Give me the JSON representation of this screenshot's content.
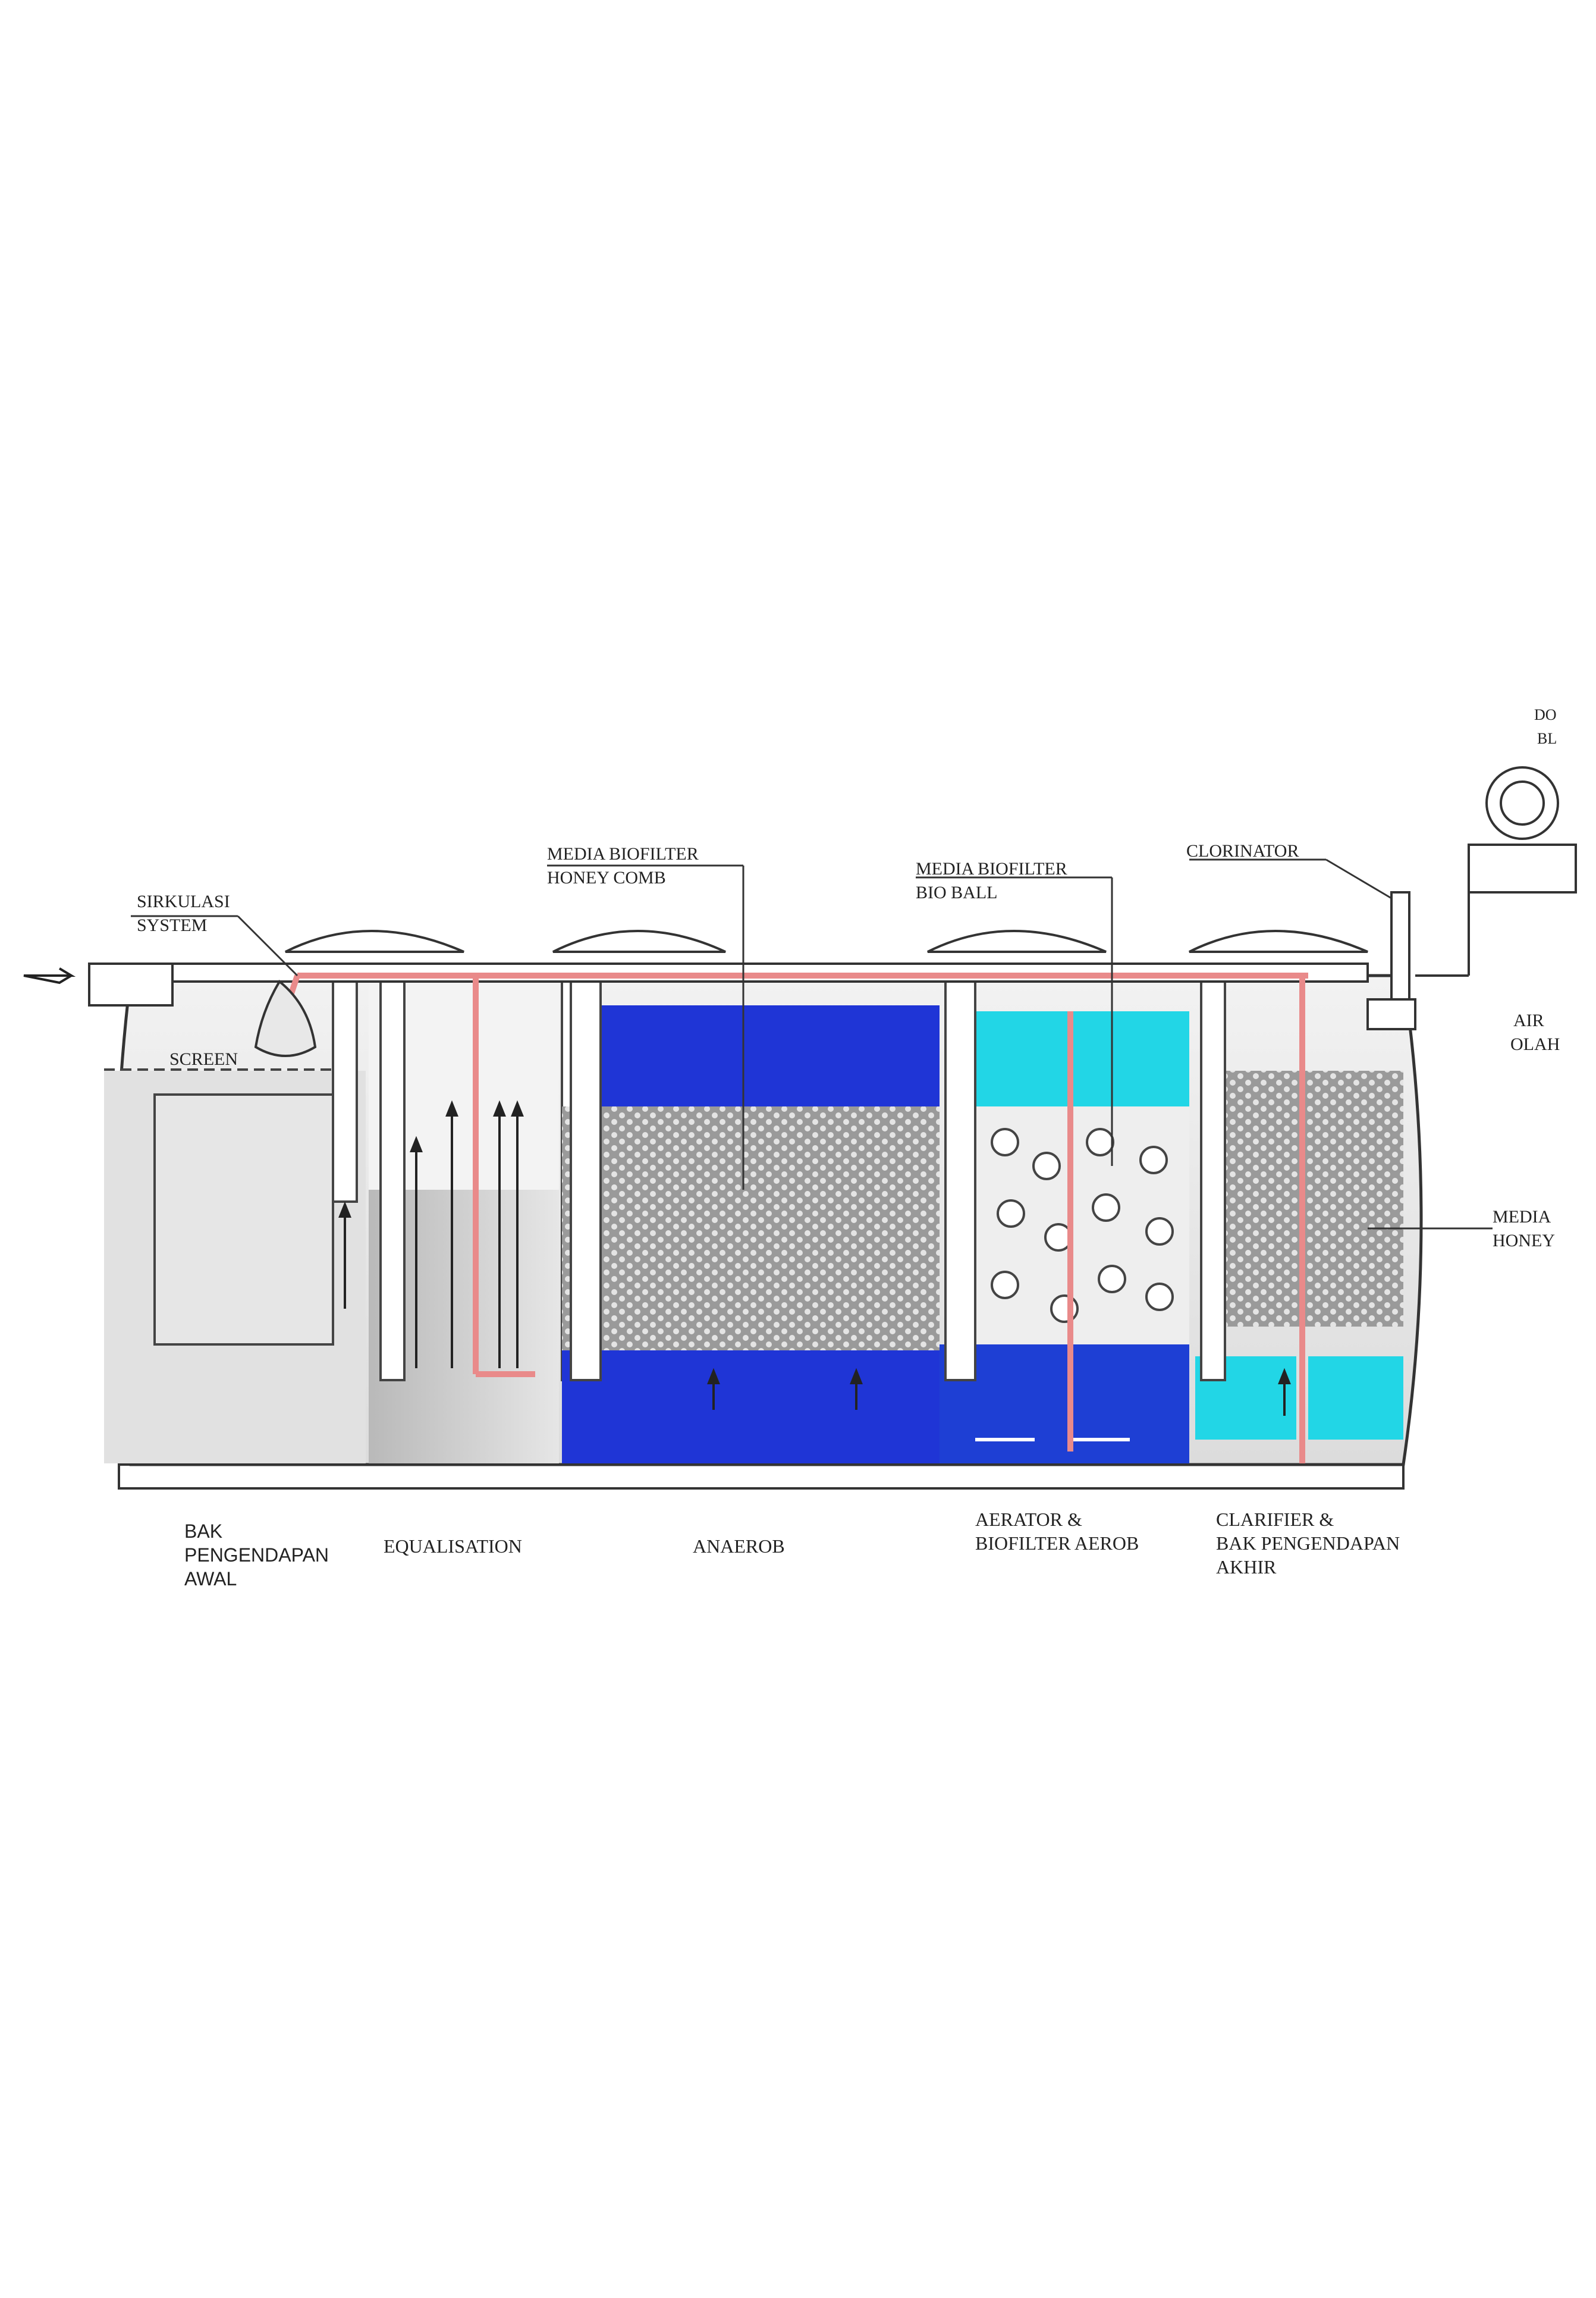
{
  "labels": {
    "sirkulasi": [
      "SIRKULASI",
      "SYSTEM"
    ],
    "screen": "SCREEN",
    "media_biofilter_honeycomb": [
      "MEDIA BIOFILTER",
      "HONEY COMB"
    ],
    "media_biofilter_bioball": [
      "MEDIA BIOFILTER",
      "BIO BALL"
    ],
    "clorinator": "CLORINATOR",
    "do_blower": [
      "DO",
      "BL"
    ],
    "air_olah": [
      "AIR",
      "OLAH"
    ],
    "media_honey": [
      "MEDIA",
      "HONEY"
    ]
  },
  "zones": {
    "bak_pengendapan_awal": [
      "BAK",
      "PENGENDAPAN",
      "AWAL"
    ],
    "equalisation": "EQUALISATION",
    "anaerob": "ANAEROB",
    "aerator_biofilter_aerob": [
      "AERATOR &",
      "BIOFILTER AEROB"
    ],
    "clarifier": [
      "CLARIFIER &",
      "BAK PENGENDAPAN",
      "AKHIR"
    ]
  },
  "colors": {
    "anaerob_blue": "#1f35d6",
    "aerob_blue": "#1e3fd4",
    "cyan": "#22d6e6",
    "pipe_red": "#e98a8a",
    "tank_grey": "#e8e8e8",
    "outline": "#333333"
  }
}
